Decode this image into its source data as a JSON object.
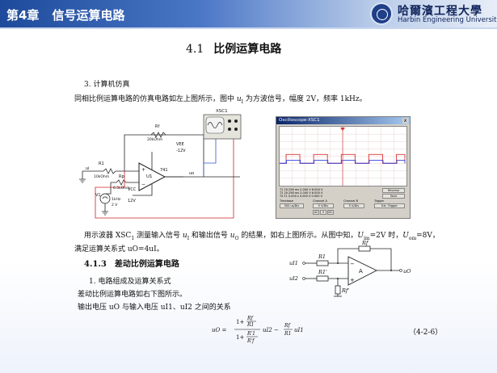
{
  "header": {
    "chapter": "第4章",
    "chapter_title": "信号运算电路",
    "logo_cn": "哈爾濱工程大學",
    "logo_en": "Harbin Engineering University"
  },
  "section": {
    "number": "4.1",
    "title": "比例运算电路"
  },
  "sim": {
    "heading": "3. 计算机仿真",
    "para_before": "同相比例运算电路的仿真电路如左上图所示，图中 ",
    "ui": "u",
    "ui_sub": "I",
    "para_after": " 为方波信号，幅度 2V，频率 1kHz。"
  },
  "circuit": {
    "xsc_label": "XSC1",
    "rf_label": "Rf",
    "rf_value": "20kOhm",
    "r1_label": "R1",
    "r1_value": "10kOhm",
    "rp_label": "Rp",
    "rp_value": "6.5kOhm",
    "vee_label": "VEE",
    "vee_value": "-12V",
    "vcc_label": "VCC",
    "vcc_value": "12V",
    "u1_label": "U1",
    "opamp_label": "741",
    "src_label": "V1",
    "src_freq": "1kHz",
    "src_amp": "2 V",
    "vo_label": "uo",
    "ui_label": "ui"
  },
  "scope": {
    "title": "Oscilloscope-XSC1",
    "close": "x",
    "btn_reverse": "Reverse",
    "btn_save": "Save",
    "row1": "T1      20.258 ms     2.000 V      6.000 V",
    "row2": "T2      20.258 ms     2.000 V      6.000 V",
    "row3": "T2-T1   0.000 s       0.000 V      0.000 V",
    "timebase_label": "Timebase",
    "timebase_value": "500 us/Div",
    "channel_a_label": "Channel A",
    "channel_a_value": "5 V/Div",
    "channel_b_label": "Channel B",
    "channel_b_value": "5 V/Div",
    "trigger_label": "Trigger",
    "mode_ac": "AC",
    "mode_zero": "0",
    "mode_dc": "DC",
    "ext_trigger": "Ext. Trigger",
    "square_a": {
      "high": 6,
      "low": 0,
      "frequency_khz": 1
    },
    "square_b": {
      "high": 2,
      "low": 0,
      "frequency_khz": 1
    }
  },
  "result": {
    "line1_a": "用示波器 XSC",
    "line1_a_sub": "1",
    "line1_b": " 测量输入信号 ",
    "line1_c": "u",
    "line1_c_sub": "I",
    "line1_d": " 和输出信号 ",
    "line1_e": "u",
    "line1_e_sub": "O",
    "line1_f": " 的结果，如右上图所示。从图中知，",
    "line1_g": "U",
    "line1_g_sub": "im",
    "line1_h": "=2V 时，",
    "line1_i": "U",
    "line1_i_sub": "om",
    "line1_j": "=8V，",
    "line2": "满足运算关系式 uO=4uI。"
  },
  "subsection": {
    "number": "4.1.3",
    "title": "差动比例运算电路"
  },
  "diff": {
    "heading": "1. 电路组成及运算关系式",
    "line1": "差动比例运算电路如右下图所示。",
    "line2": "输出电压 uO 与输入电压 uI1、uI2 之间的关系",
    "fig_rf": "Rf",
    "fig_r1": "R1",
    "fig_r1p": "R1'",
    "fig_rfp": "Rf'",
    "fig_a": "A",
    "fig_ui1": "uI1",
    "fig_ui2": "uI2",
    "fig_uo": "uO",
    "fig_minus": "−",
    "fig_plus": "+"
  },
  "formula": {
    "lhs": "uO =",
    "num_one": "1+",
    "num_frac_top": "Rf",
    "num_frac_bot": "R1",
    "den_one": "1+",
    "den_frac_top": "R'1",
    "den_frac_bot": "R'f",
    "mid": "uI2 −",
    "rf": "Rf",
    "r1": "R1",
    "tail": "uI1"
  },
  "equation_number": "（4-2-6）"
}
